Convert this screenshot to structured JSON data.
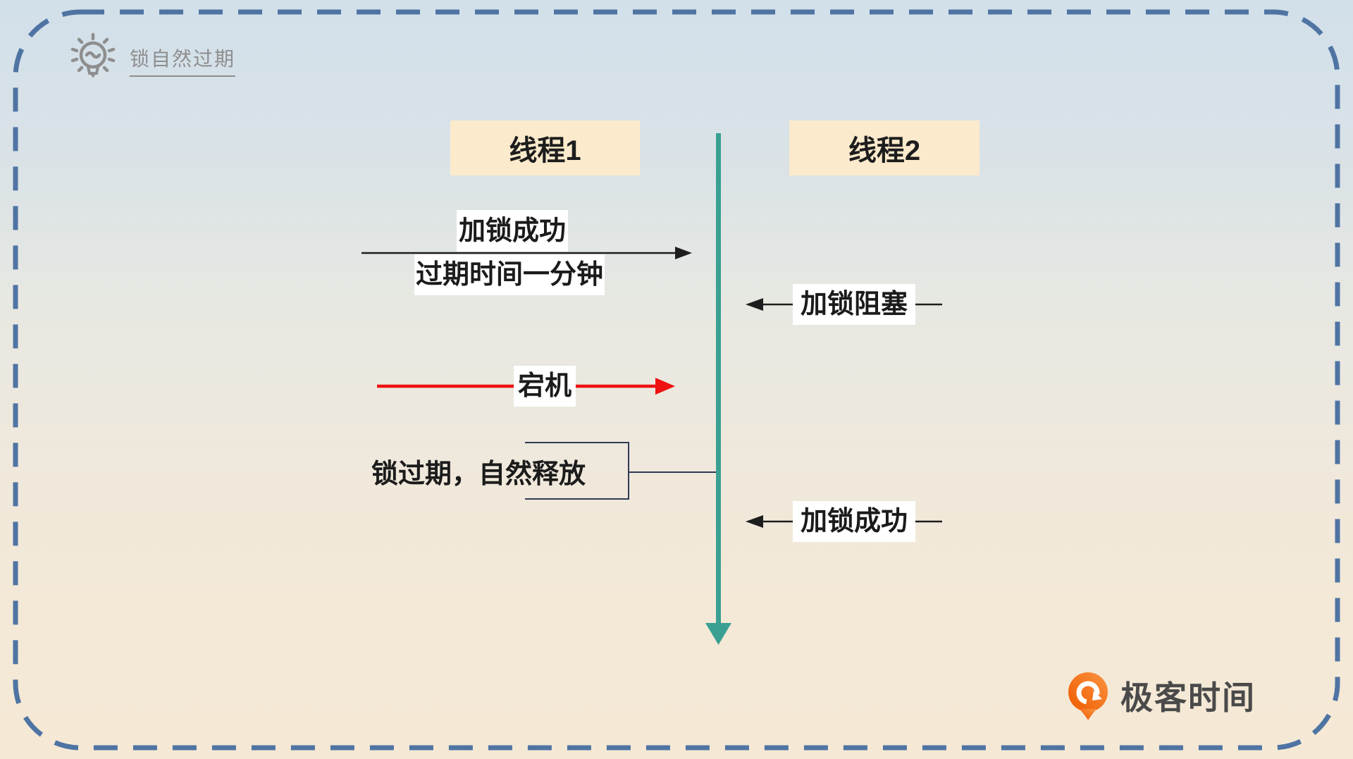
{
  "diagram": {
    "title": "锁自然过期",
    "threads": [
      {
        "label": "线程1"
      },
      {
        "label": "线程2"
      }
    ],
    "timeline": {
      "orientation": "vertical",
      "direction": "down",
      "color": "#3aa092"
    },
    "events": [
      {
        "name": "lock-acquired",
        "text_line1": "加锁成功",
        "text_line2": "过期时间一分钟",
        "arrow": "left-to-right",
        "arrow_color": "#1d1d1d"
      },
      {
        "name": "lock-blocked",
        "text": "加锁阻塞",
        "arrow": "right-to-left",
        "arrow_color": "#1d1d1d"
      },
      {
        "name": "crash",
        "text": "宕机",
        "arrow": "left-to-right",
        "arrow_color": "#ee1111"
      },
      {
        "name": "lock-expired-released",
        "text": "锁过期，自然释放",
        "arrow": "note-connector",
        "arrow_color": "#2e3a56"
      },
      {
        "name": "lock-acquired-again",
        "text": "加锁成功",
        "arrow": "right-to-left",
        "arrow_color": "#1d1d1d"
      }
    ]
  },
  "branding": {
    "name": "极客时间"
  },
  "colors": {
    "background_top": "#d2e0ea",
    "background_bottom": "#f5e9d6",
    "dashed_border": "#4f74a3",
    "thread_box_bg": "#fceacc",
    "timeline_teal": "#3aa092",
    "crash_red": "#ee1111",
    "title_gray": "#8e8e8e",
    "text_dark": "#1b1b1b"
  }
}
